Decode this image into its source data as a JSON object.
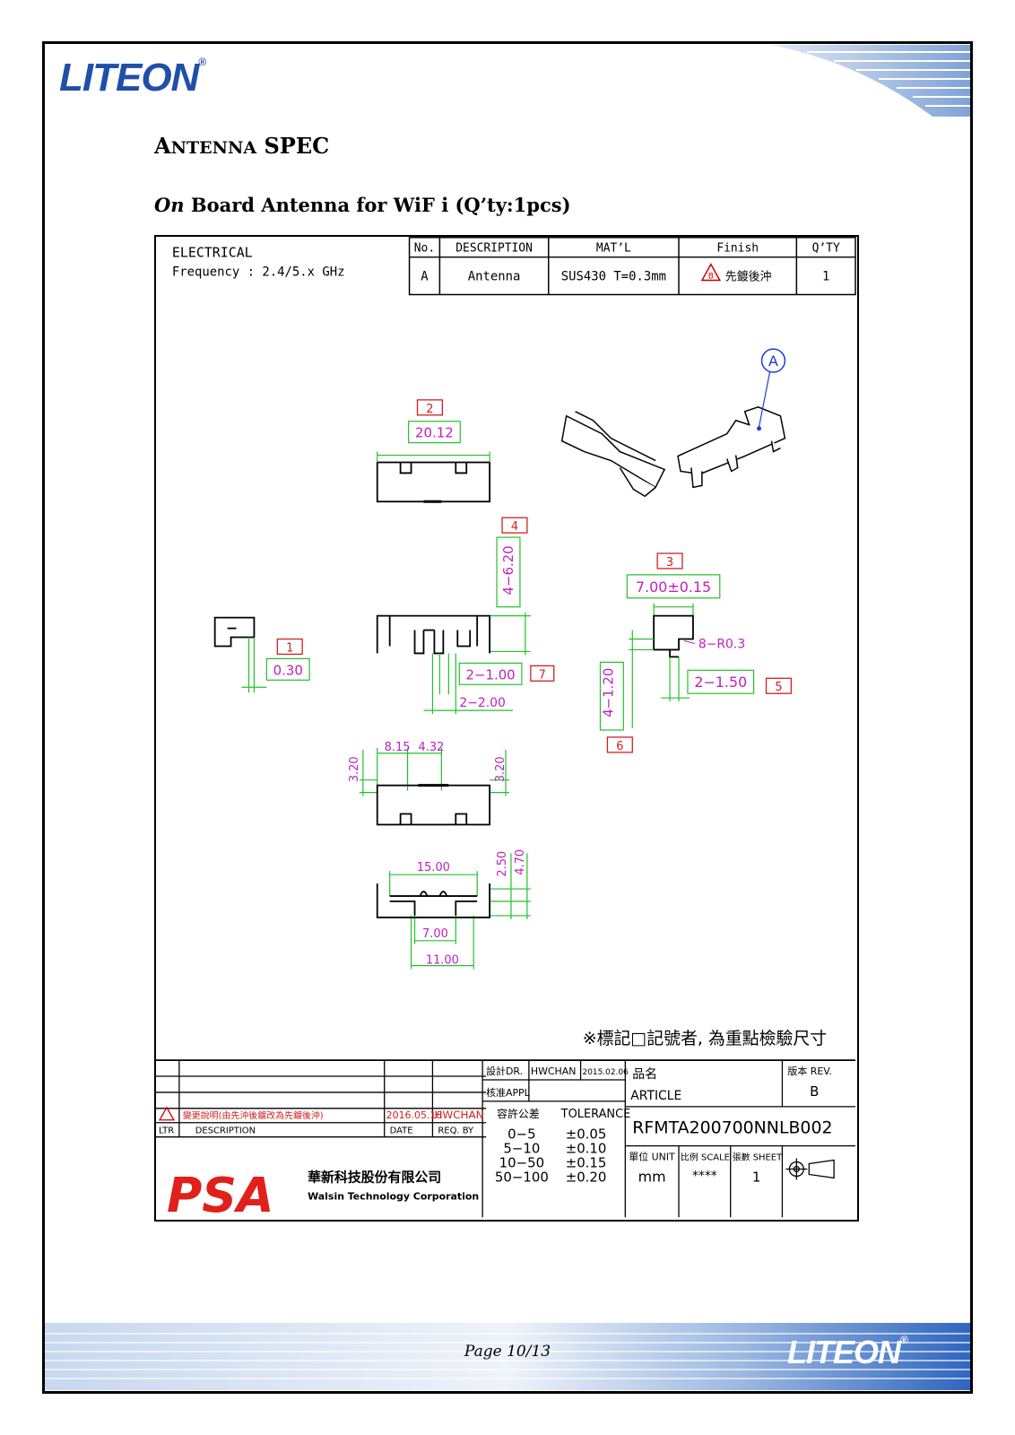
{
  "header": {
    "logo": "LITEON",
    "title_prefix": "A",
    "title_small": "NTENNA",
    "title_suffix": " SPEC",
    "subtitle_italic": "On",
    "subtitle_rest": " Board Antenna for WiF i (Q’ty:1pcs)"
  },
  "spec_table": {
    "electrical_label": "ELECTRICAL",
    "frequency": "Frequency : 2.4/5.x GHz",
    "headers": [
      "No.",
      "DESCRIPTION",
      "MAT’L",
      "Finish",
      "Q’TY"
    ],
    "row": [
      "A",
      "Antenna",
      "SUS430 T=0.3mm",
      "先鍍後沖",
      "1"
    ]
  },
  "callouts": {
    "c1": "1",
    "c2": "2",
    "c3": "3",
    "c4": "4",
    "c5": "5",
    "c6": "6",
    "c7": "7",
    "iso_label": "A"
  },
  "dimensions": {
    "d_20_12": "20.12",
    "d_4_620": "4−6.20",
    "d_700": "7.00±0.15",
    "d_030": "0.30",
    "d_2_100": "2−1.00",
    "d_2_200": "2−2.00",
    "d_r03": "8−R0.3",
    "d_2_150": "2−1.50",
    "d_4_120": "4−1.20",
    "d_815": "8.15",
    "d_432": "4.32",
    "d_320a": "3.20",
    "d_320b": "3.20",
    "d_1500": "15.00",
    "d_250": "2.50",
    "d_470": "4.70",
    "d_700b": "7.00",
    "d_1100": "11.00"
  },
  "note": "※標記□記號者, 為重點檢驗尺寸",
  "title_block": {
    "design_label": "設計DR.",
    "designer": "HWCHAN",
    "design_date": "2015.02.06",
    "approve_label": "核准APPL",
    "rev_symbol": "B",
    "rev_desc": "變更說明(由先沖後鍍改為先鍍後沖)",
    "rev_date": "2016.05.18",
    "rev_by": "HWCHAN",
    "ltr": "LTR",
    "desc_hdr": "DESCRIPTION",
    "date_hdr": "DATE",
    "req_hdr": "REQ. BY",
    "tol_cn": "容許公差",
    "tol_en": "TOLERANCE",
    "tol_ranges": [
      "0−5",
      "5−10",
      "10−50",
      "50−100"
    ],
    "tol_values": [
      "±0.05",
      "±0.10",
      "±0.15",
      "±0.20"
    ],
    "article_cn": "品名",
    "article_en": "ARTICLE",
    "rev_cn": "版本 REV.",
    "rev_value": "B",
    "part_no": "RFMTA200700NNLB002",
    "unit_label": "單位 UNIT",
    "unit_value": "mm",
    "scale_label": "比例 SCALE",
    "scale_value": "****",
    "sheet_label": "張數 SHEET",
    "sheet_value": "1",
    "company_logo": "PSA",
    "company_cn": "華新科技股份有限公司",
    "company_en": "Walsin Technology Corporation"
  },
  "footer": {
    "page": "Page 10/13",
    "logo": "LITEON"
  },
  "colors": {
    "brand_blue": "#1f4fa8",
    "dim_green": "#22c02a",
    "dim_magenta": "#c020c0",
    "callout_red": "#d02020",
    "psa_red": "#e0201a"
  }
}
